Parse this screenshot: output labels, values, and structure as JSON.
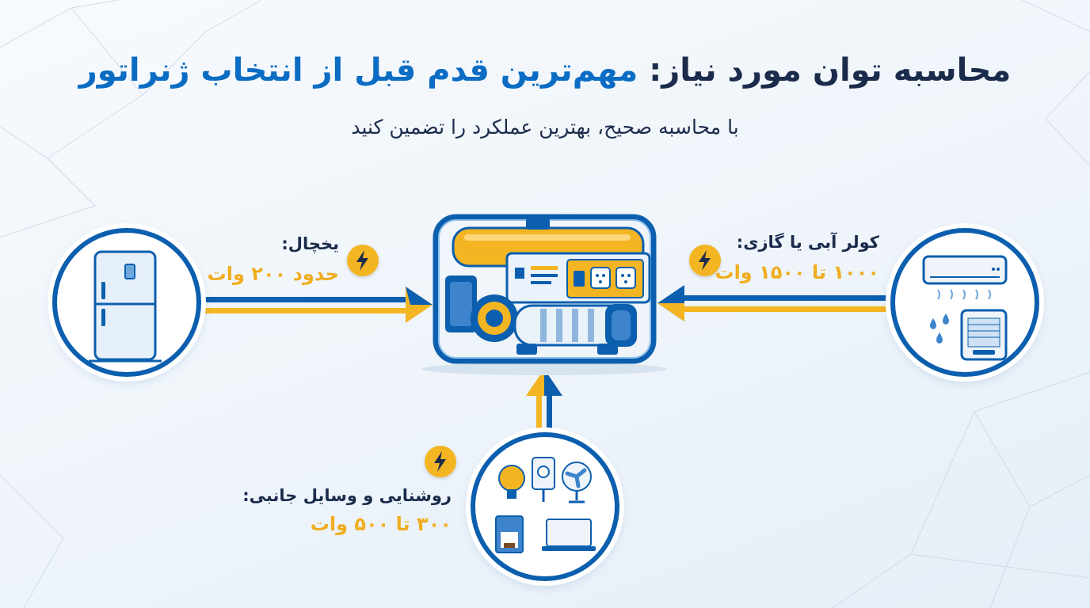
{
  "header": {
    "title_part1": "محاسبه توان مورد نیاز:",
    "title_part2": "مهم‌ترین قدم قبل از انتخاب ژنراتور",
    "subtitle": "با محاسبه صحیح، بهترین عملکرد را تضمین کنید"
  },
  "colors": {
    "primary_blue": "#0c5fae",
    "accent_yellow": "#f4b523",
    "value_yellow": "#f0ad1f",
    "title_dark": "#1b2b4b",
    "title_highlight": "#0b6cc4"
  },
  "center": {
    "icon": "generator-icon"
  },
  "appliances": {
    "fridge": {
      "name": "یخچال:",
      "value": "حدود ۲۰۰ وات",
      "icon": "refrigerator-icon"
    },
    "cooler": {
      "name": "کولر آبی یا گازی:",
      "value": "۱۰۰۰ تا ۱۵۰۰ وات",
      "icon": "air-conditioner-icon"
    },
    "lighting": {
      "name": "روشنایی و وسایل جانبی:",
      "value": "۳۰۰ تا ۵۰۰ وات",
      "icon": "light-bulb-icon"
    }
  }
}
